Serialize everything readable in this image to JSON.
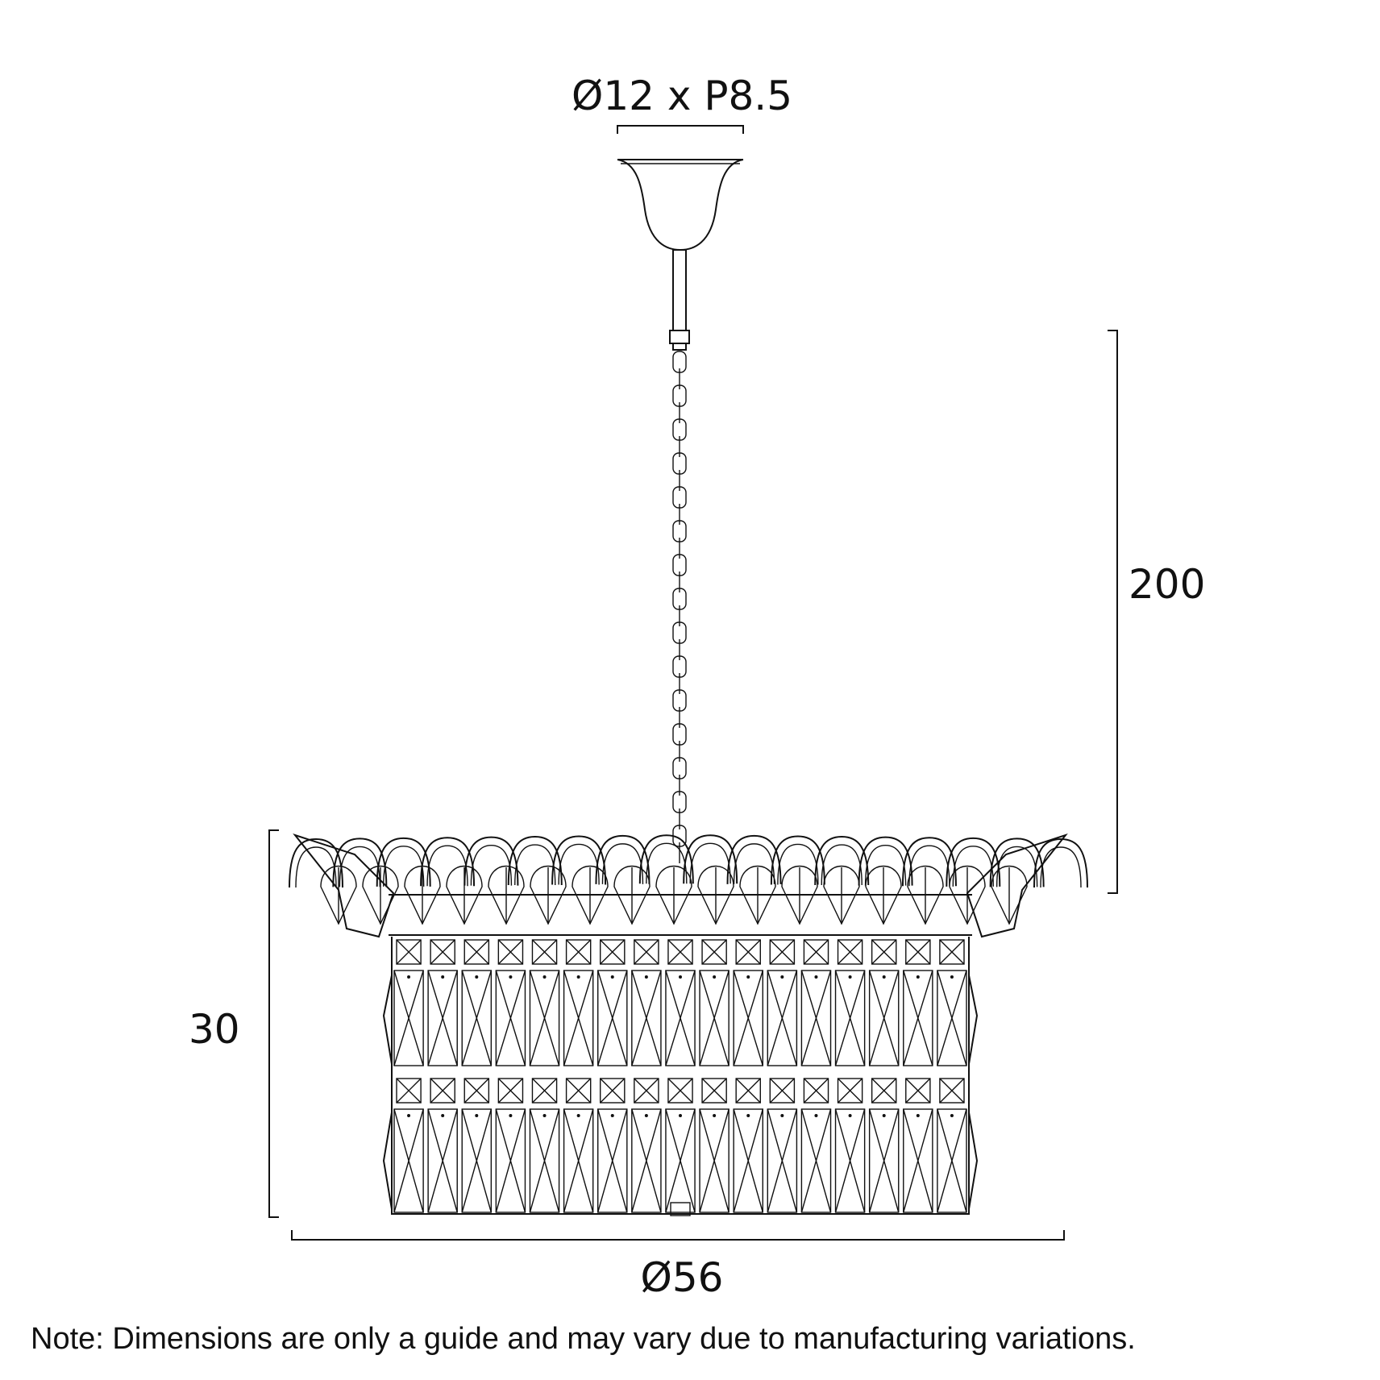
{
  "dimensions": {
    "canopy": "Ø12 x P8.5",
    "drop": "200",
    "height": "30",
    "diameter": "Ø56"
  },
  "note": "Note: Dimensions are only a guide and may vary due to manufacturing variations.",
  "colors": {
    "line": "#111111",
    "background": "#ffffff"
  }
}
